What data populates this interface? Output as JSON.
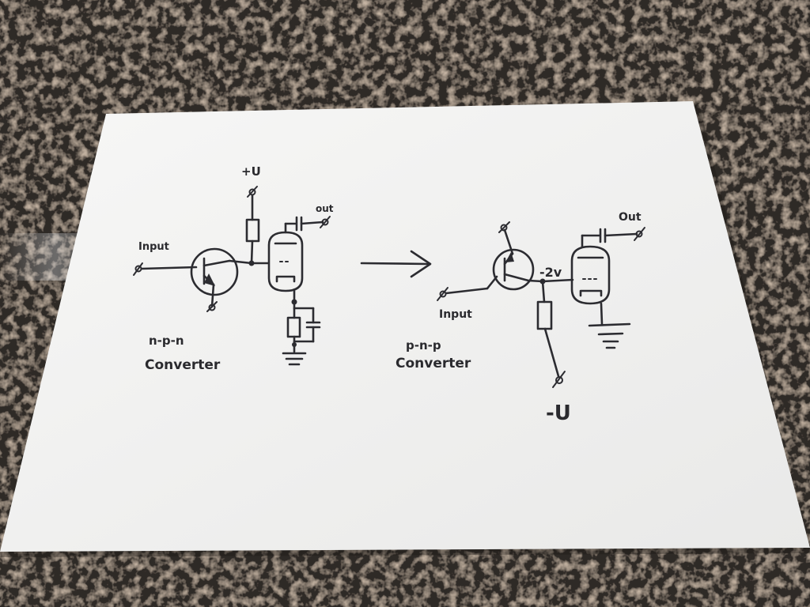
{
  "colors": {
    "countertop": "#2e2925",
    "paper": "#f3f3f2",
    "ink": "#2c2c31"
  },
  "diagram": {
    "left": {
      "supply_label": "+U",
      "input_label": "Input",
      "output_label": "out",
      "type_label": "n-p-n",
      "caption": "Converter"
    },
    "arrow": "arrow-right",
    "right": {
      "input_label": "Input",
      "output_label": "Out",
      "voltage_label": "-2v",
      "supply_label": "-U",
      "type_label": "p-n-p",
      "caption": "Converter"
    }
  }
}
